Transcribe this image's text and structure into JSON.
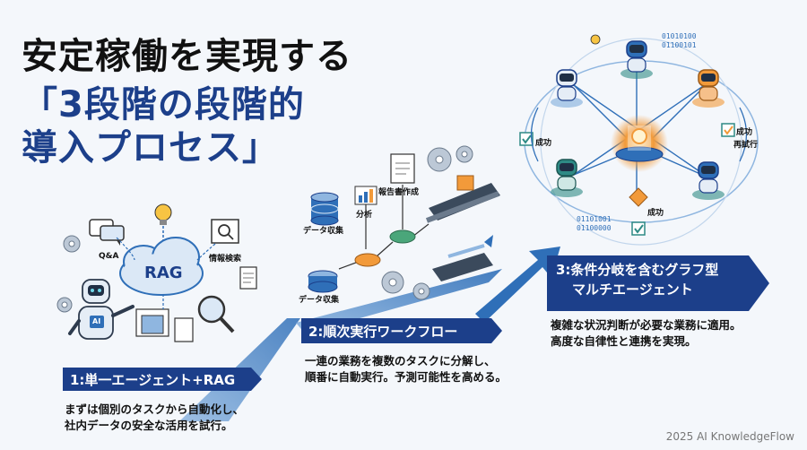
{
  "title": {
    "line1": "安定稼働を実現する",
    "line2": "「3段階の段階的",
    "line3": "導入プロセス」"
  },
  "steps": [
    {
      "banner": "1:単一エージェント+RAG",
      "desc_line1": "まずは個別のタスクから自動化し、",
      "desc_line2": "社内データの安全な活用を試行。"
    },
    {
      "banner": "2:順次実行ワークフロー",
      "desc_line1": "一連の業務を複数のタスクに分解し、",
      "desc_line2": "順番に自動実行。予測可能性を高める。"
    },
    {
      "banner_line1": "3:条件分岐を含むグラフ型",
      "banner_line2": "マルチエージェント",
      "desc_line1": "複雑な状況判断が必要な業務に適用。",
      "desc_line2": "高度な自律性と連携を実現。"
    }
  ],
  "step1_art": {
    "rag_label": "RAG",
    "qa_label": "Q&A",
    "search_label": "情報検索",
    "ai_badge": "AI"
  },
  "step2_art": {
    "data_collect_1": "データ収集",
    "data_collect_2": "データ収集",
    "analysis": "分析",
    "report": "報告書作成"
  },
  "step3_art": {
    "success_1": "成功",
    "success_2": "成功",
    "success_3": "成功",
    "retry": "再試行",
    "binary_1": "01010100",
    "binary_2": "01100101",
    "binary_3": "01101001",
    "binary_4": "01100000"
  },
  "footer": "2025 AI KnowledgeFlow",
  "colors": {
    "navy": "#1c3f8a",
    "blue": "#2f6fb8",
    "light_blue": "#8fb6e0",
    "orange": "#f29a3a",
    "robot_teal": "#2e8a85",
    "background": "#f4f7fb"
  }
}
